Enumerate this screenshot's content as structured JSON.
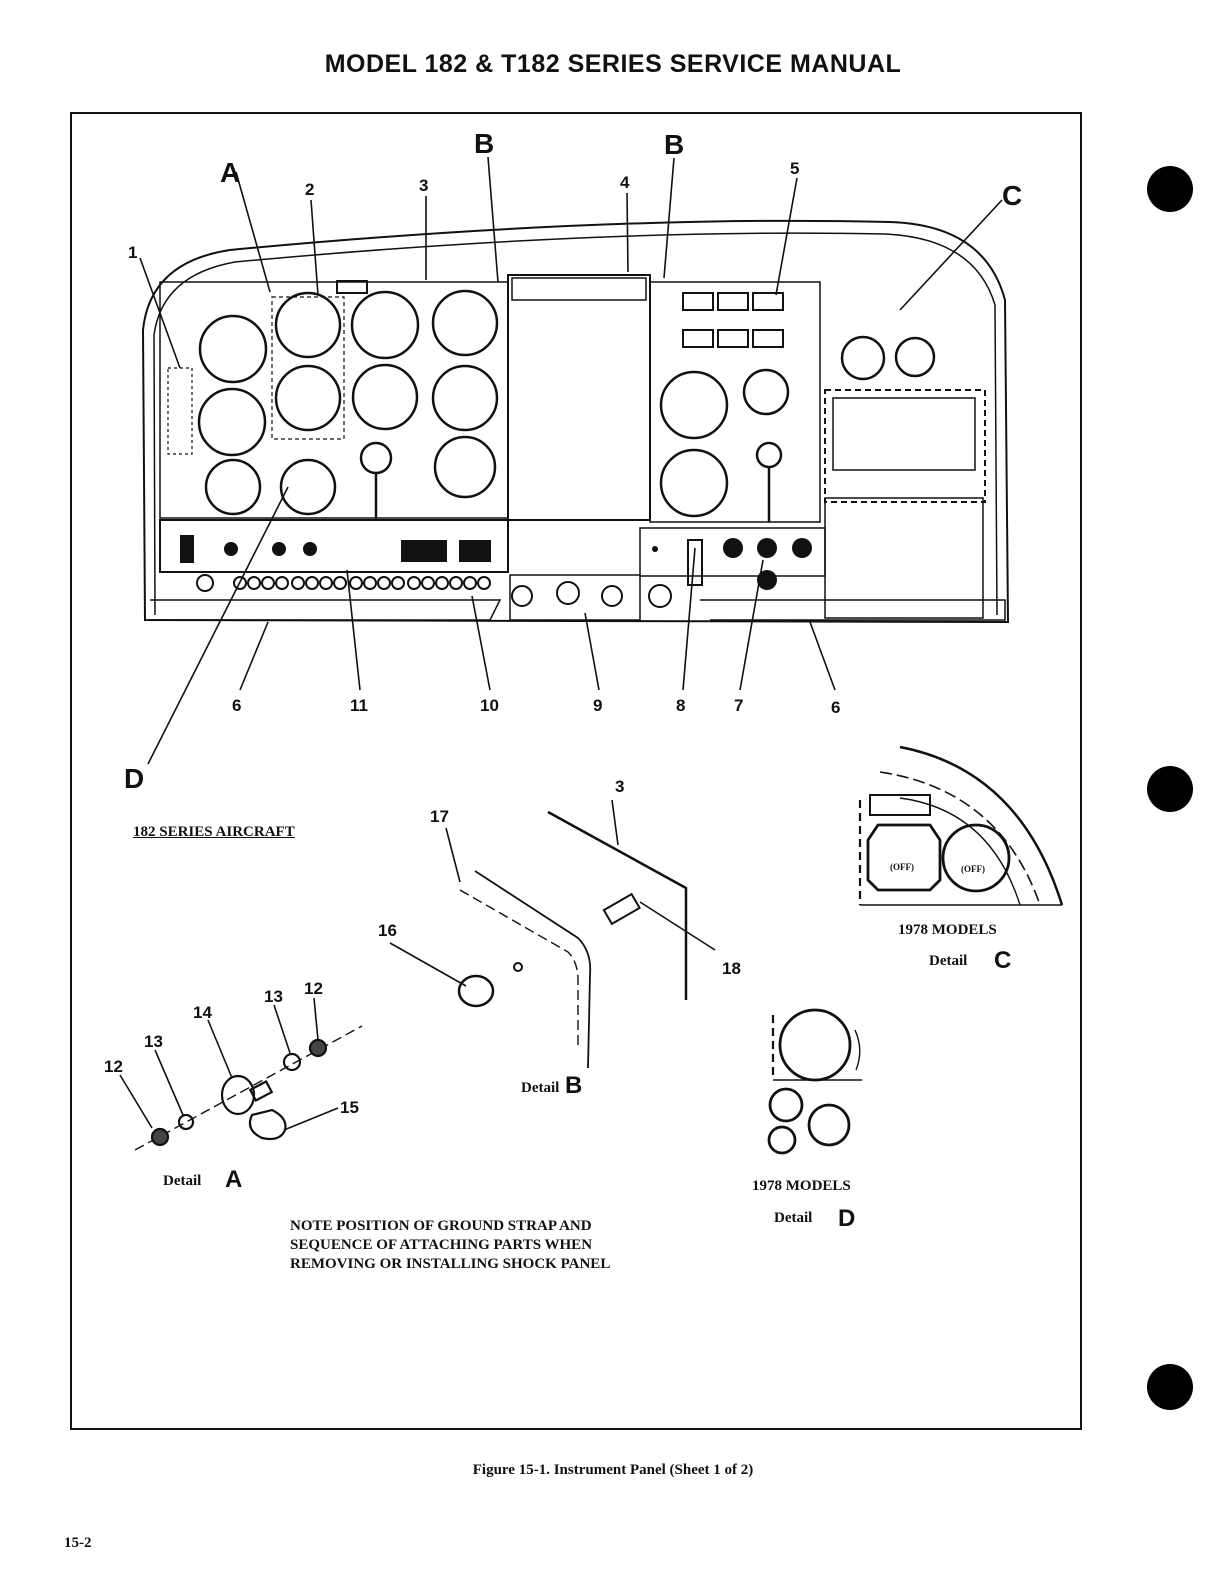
{
  "header": {
    "title": "MODEL 182 & T182 SERIES SERVICE MANUAL"
  },
  "figure": {
    "caption": "Figure 15-1.  Instrument Panel (Sheet 1 of 2)",
    "series_label": "182 SERIES AIRCRAFT",
    "note_lines": [
      "NOTE POSITION OF GROUND STRAP AND",
      "SEQUENCE OF ATTACHING PARTS WHEN",
      "REMOVING OR INSTALLING SHOCK PANEL"
    ],
    "area_labels": {
      "a": "A",
      "b1": "B",
      "b2": "B",
      "c": "C",
      "d": "D"
    },
    "callouts": {
      "n1": "1",
      "n2": "2",
      "n3": "3",
      "n4": "4",
      "n5": "5",
      "n6a": "6",
      "n11": "11",
      "n10": "10",
      "n9": "9",
      "n8": "8",
      "n7": "7",
      "n6b": "6",
      "n3b": "3",
      "n17": "17",
      "n16": "16",
      "n18": "18",
      "n12a": "12",
      "n13a": "13",
      "n14": "14",
      "n13b": "13",
      "n12b": "12",
      "n15": "15"
    },
    "details": {
      "a_word": "Detail",
      "a_letter": "A",
      "b_word": "Detail",
      "b_letter": "B",
      "c_models": "1978 MODELS",
      "c_word": "Detail",
      "c_letter": "C",
      "d_models": "1978 MODELS",
      "d_word": "Detail",
      "d_letter": "D"
    },
    "panel_text": {
      "c_left_sub": "(OFF)",
      "c_right_sub": "(OFF)"
    }
  },
  "page": {
    "number": "15-2"
  },
  "icons": [
    "binder-hole-icon",
    "binder-hole-icon",
    "binder-hole-icon"
  ]
}
